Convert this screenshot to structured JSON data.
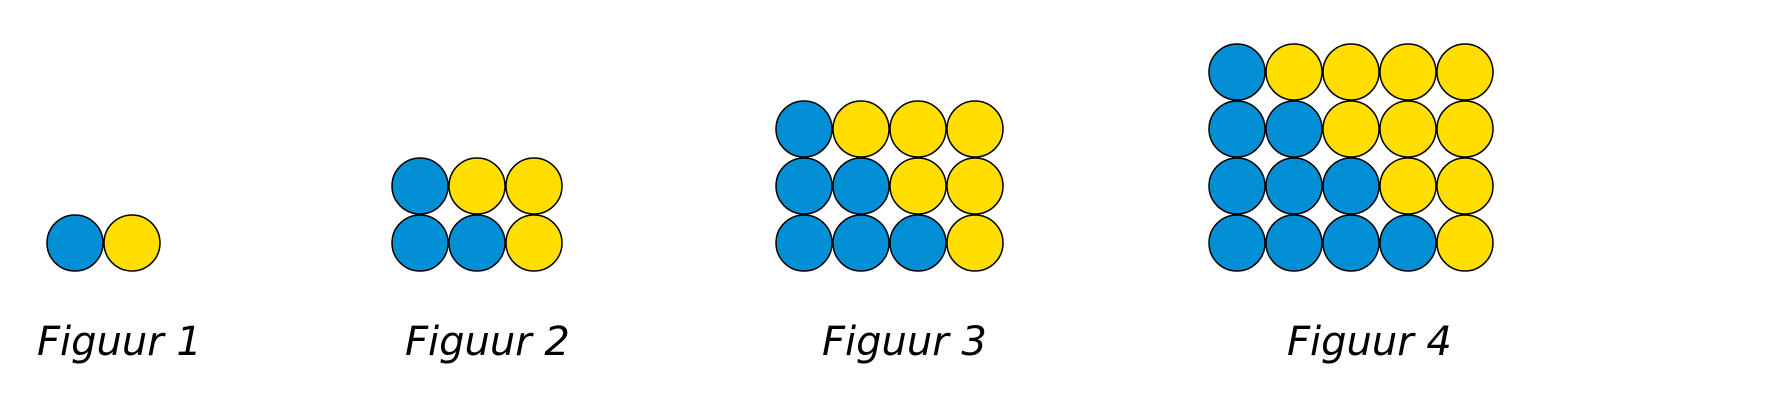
{
  "colors": {
    "blue": "#008fd5",
    "yellow": "#ffde00",
    "outline": "#000000",
    "background": "#ffffff"
  },
  "figures": [
    {
      "label": "Figuur 1",
      "rows": [
        [
          "blue",
          "yellow"
        ]
      ]
    },
    {
      "label": "Figuur 2",
      "rows": [
        [
          "blue",
          "yellow",
          "yellow"
        ],
        [
          "blue",
          "blue",
          "yellow"
        ]
      ]
    },
    {
      "label": "Figuur 3",
      "rows": [
        [
          "blue",
          "yellow",
          "yellow",
          "yellow"
        ],
        [
          "blue",
          "blue",
          "yellow",
          "yellow"
        ],
        [
          "blue",
          "blue",
          "blue",
          "yellow"
        ]
      ]
    },
    {
      "label": "Figuur 4",
      "rows": [
        [
          "blue",
          "yellow",
          "yellow",
          "yellow",
          "yellow"
        ],
        [
          "blue",
          "blue",
          "yellow",
          "yellow",
          "yellow"
        ],
        [
          "blue",
          "blue",
          "blue",
          "yellow",
          "yellow"
        ],
        [
          "blue",
          "blue",
          "blue",
          "blue",
          "yellow"
        ]
      ]
    }
  ]
}
